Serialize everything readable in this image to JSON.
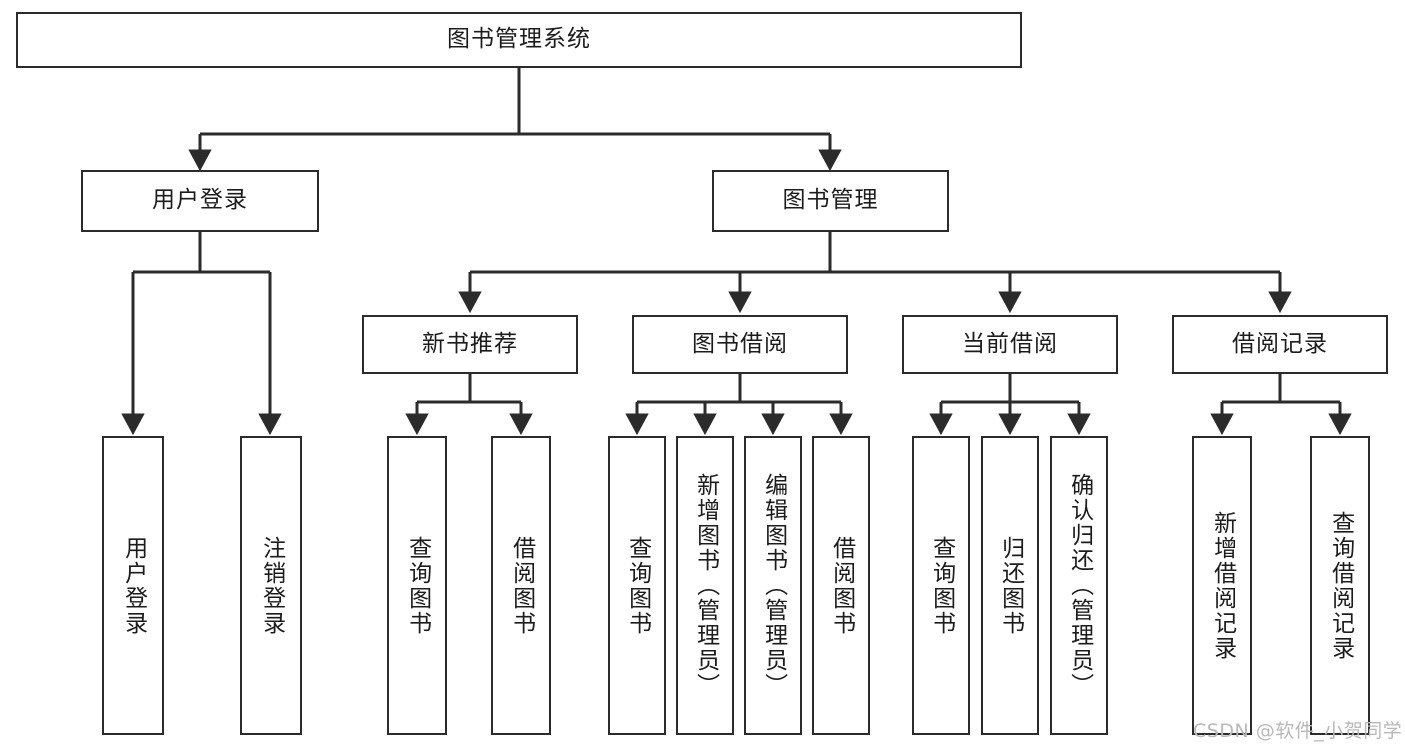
{
  "diagram": {
    "type": "tree",
    "title": "图书管理系统",
    "background_color": "#ffffff",
    "box_border_color": "#2b2b2b",
    "box_fill_color": "#ffffff",
    "text_color": "#1c1c1c",
    "connector_color": "#2b2b2b"
  },
  "nodes": {
    "root": {
      "label": "图书管理系统",
      "level": 1
    },
    "l2": [
      {
        "id": "user-login",
        "label": "用户登录",
        "level": 2
      },
      {
        "id": "book-manage",
        "label": "图书管理",
        "level": 2
      }
    ],
    "l3": [
      {
        "id": "new-book-recommend",
        "label": "新书推荐",
        "level": 3,
        "parent": "book-manage"
      },
      {
        "id": "book-borrow",
        "label": "图书借阅",
        "level": 3,
        "parent": "book-manage"
      },
      {
        "id": "current-borrow",
        "label": "当前借阅",
        "level": 3,
        "parent": "book-manage"
      },
      {
        "id": "borrow-record",
        "label": "借阅记录",
        "level": 3,
        "parent": "book-manage"
      }
    ],
    "leaves": [
      {
        "id": "leaf-user-login",
        "label": "用户登录",
        "parent": "user-login"
      },
      {
        "id": "leaf-user-logout",
        "label": "注销登录",
        "parent": "user-login"
      },
      {
        "id": "leaf-query-book-1",
        "label": "查询图书",
        "parent": "new-book-recommend"
      },
      {
        "id": "leaf-borrow-book-1",
        "label": "借阅图书",
        "parent": "new-book-recommend"
      },
      {
        "id": "leaf-query-book-2",
        "label": "查询图书",
        "parent": "book-borrow"
      },
      {
        "id": "leaf-add-book",
        "label": "新增图书（管理员）",
        "parent": "book-borrow"
      },
      {
        "id": "leaf-edit-book",
        "label": "编辑图书（管理员）",
        "parent": "book-borrow"
      },
      {
        "id": "leaf-borrow-book-2",
        "label": "借阅图书",
        "parent": "book-borrow"
      },
      {
        "id": "leaf-query-book-3",
        "label": "查询图书",
        "parent": "current-borrow"
      },
      {
        "id": "leaf-return-book",
        "label": "归还图书",
        "parent": "current-borrow"
      },
      {
        "id": "leaf-confirm-return",
        "label": "确认归还（管理员）",
        "parent": "current-borrow"
      },
      {
        "id": "leaf-add-record",
        "label": "新增借阅记录",
        "parent": "borrow-record"
      },
      {
        "id": "leaf-query-record",
        "label": "查询借阅记录",
        "parent": "borrow-record"
      }
    ]
  },
  "watermark": {
    "text": "CSDN @软件_小贺同学",
    "color": "#b9b9b9"
  }
}
